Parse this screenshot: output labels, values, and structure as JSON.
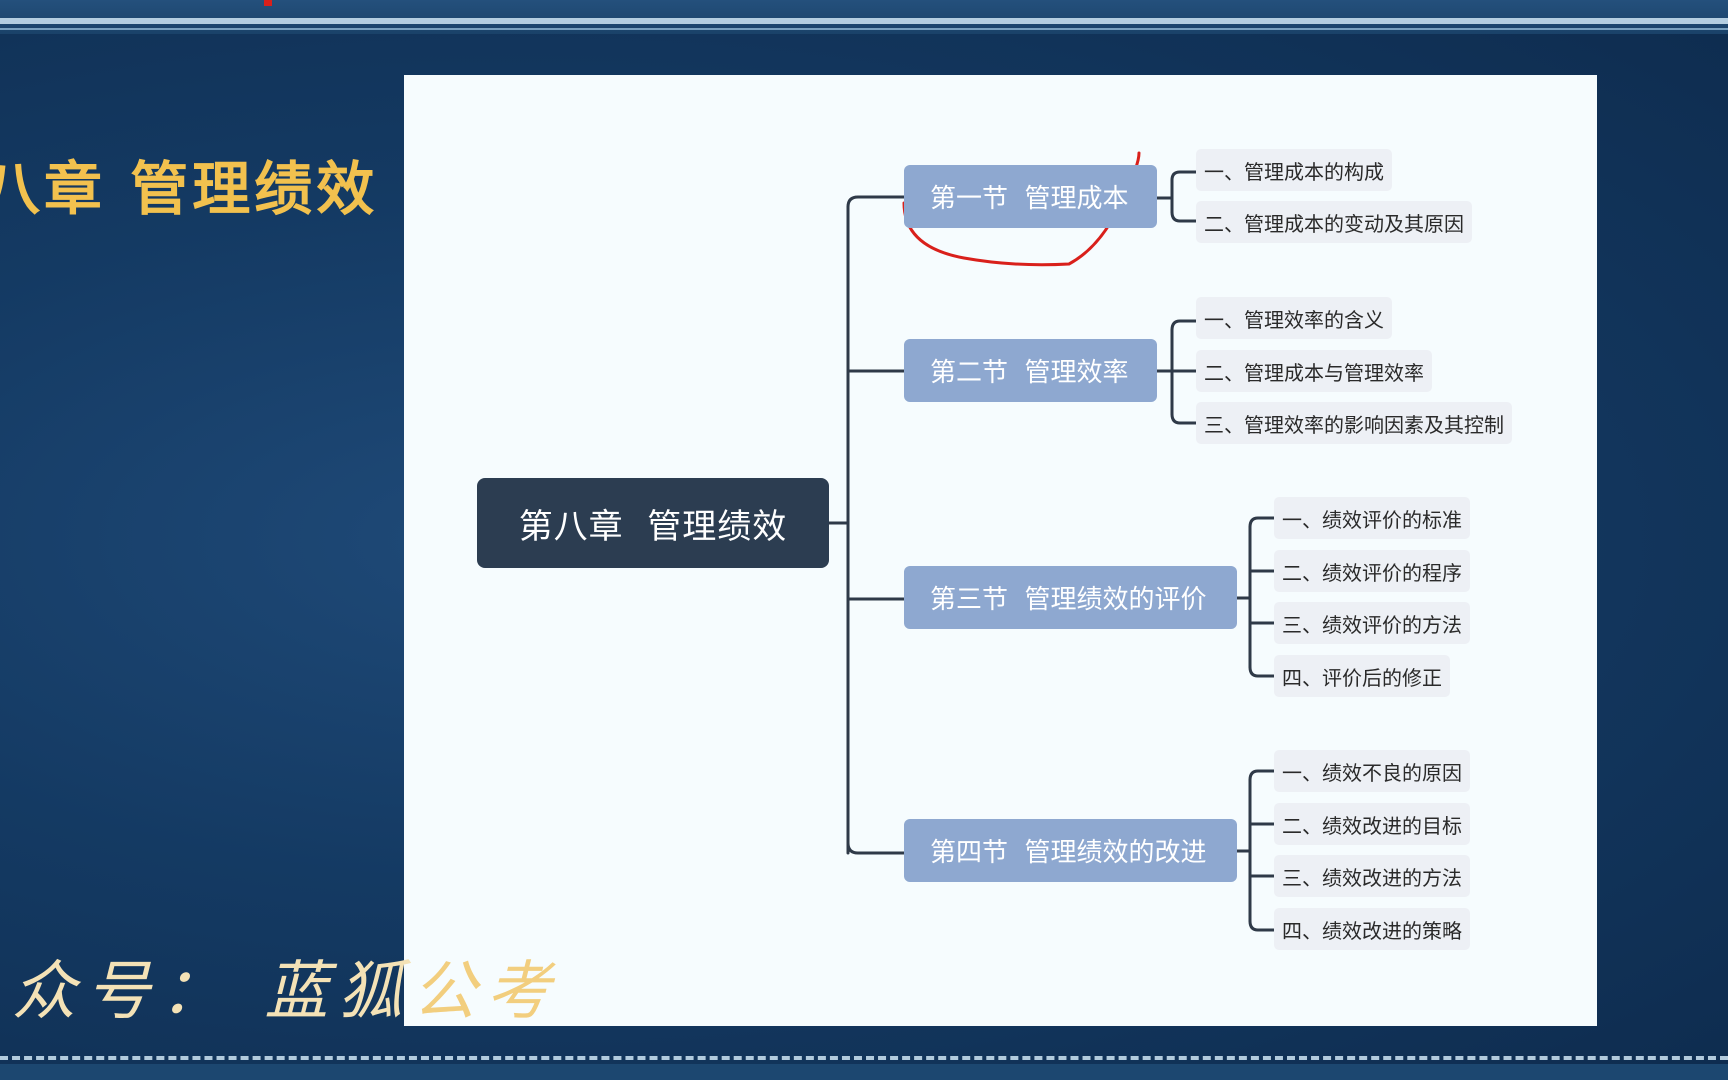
{
  "side_title": "八章  管理绩效",
  "watermark": {
    "part1": "众号： 蓝狐",
    "part2": "公考"
  },
  "mindmap": {
    "root": "第八章  管理绩效",
    "sections": [
      {
        "label": "第一节  管理成本",
        "items": [
          "一、管理成本的构成",
          "二、管理成本的变动及其原因"
        ]
      },
      {
        "label": "第二节  管理效率",
        "items": [
          "一、管理效率的含义",
          "二、管理成本与管理效率",
          "三、管理效率的影响因素及其控制"
        ]
      },
      {
        "label": "第三节  管理绩效的评价",
        "items": [
          "一、绩效评价的标准",
          "二、绩效评价的程序",
          "三、绩效评价的方法",
          "四、评价后的修正"
        ]
      },
      {
        "label": "第四节  管理绩效的改进",
        "items": [
          "一、绩效不良的原因",
          "二、绩效改进的目标",
          "三、绩效改进的方法",
          "四、绩效改进的策略"
        ]
      }
    ]
  },
  "colors": {
    "root": "#2c3d51",
    "section": "#8ea8d0",
    "leaf": "#edf0f5",
    "annotation": "#d9201b",
    "title": "#f2c14e"
  }
}
